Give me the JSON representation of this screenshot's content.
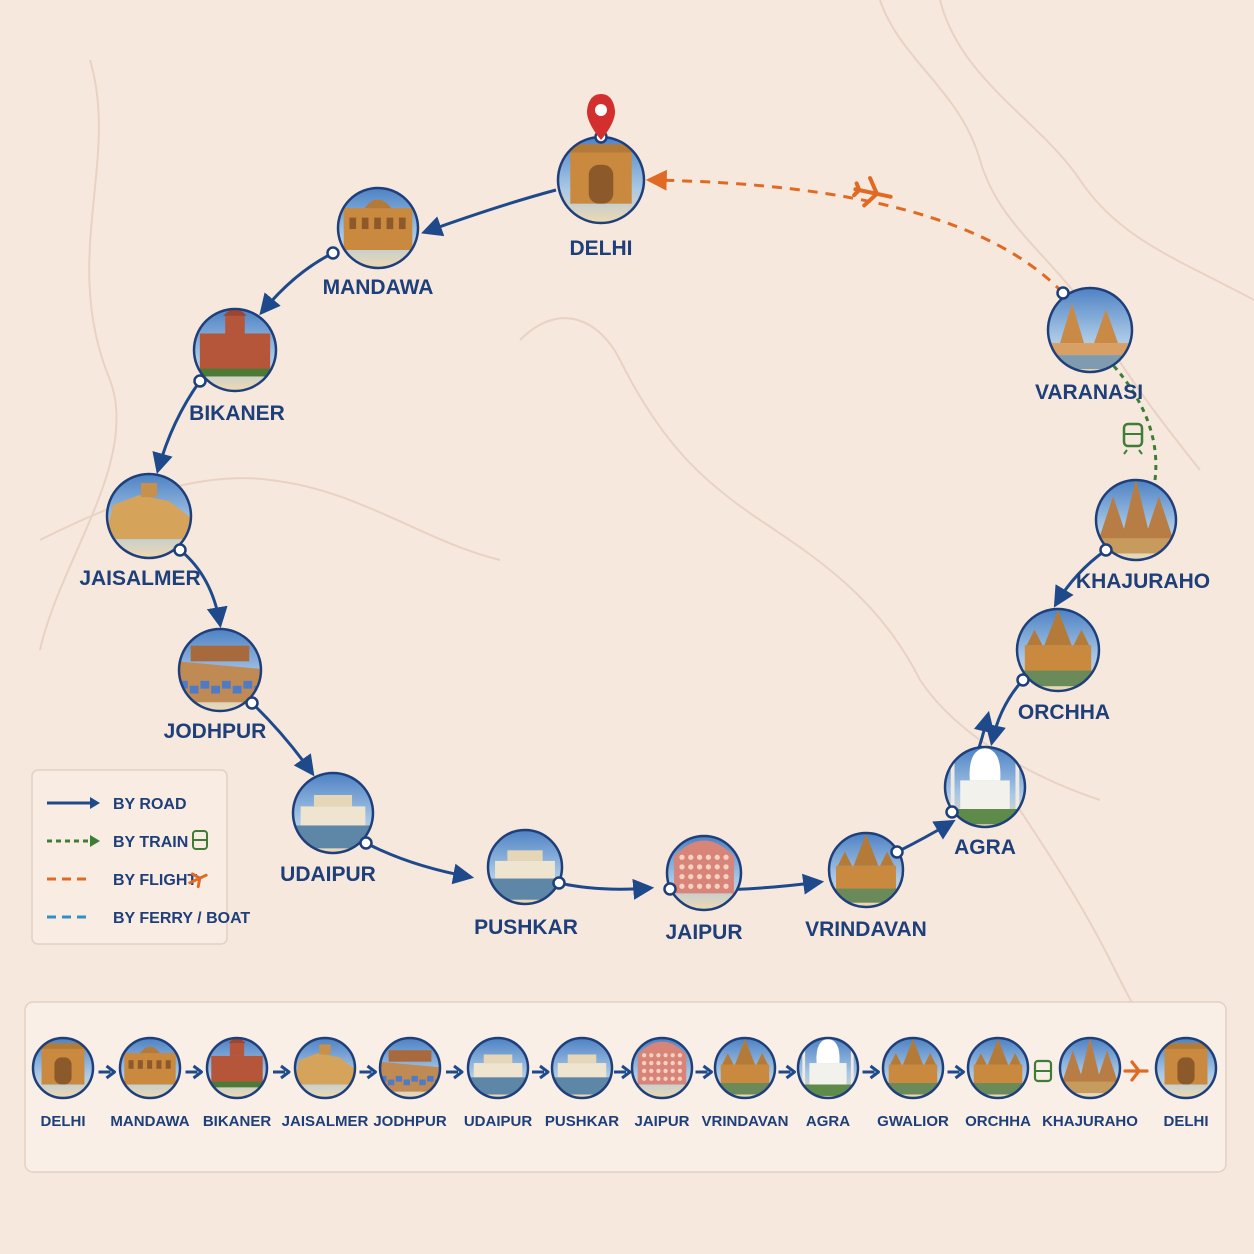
{
  "route": {
    "cities": [
      "DELHI",
      "MANDAWA",
      "BIKANER",
      "JAISALMER",
      "JODHPUR",
      "UDAIPUR",
      "PUSHKAR",
      "JAIPUR",
      "VRINDAVAN",
      "AGRA",
      "ORCHHA",
      "KHAJURAHO",
      "VARANASI"
    ]
  },
  "legend": {
    "items": [
      {
        "label": "BY ROAD",
        "mode": "road",
        "color": "#1e4a8c",
        "icon": "arrow-icon"
      },
      {
        "label": "BY TRAIN",
        "mode": "train",
        "color": "#3e7d35",
        "icon": "train-icon"
      },
      {
        "label": "BY FLIGHT",
        "mode": "flight",
        "color": "#e06a24",
        "icon": "plane-icon"
      },
      {
        "label": "BY FERRY / BOAT",
        "mode": "ferry",
        "color": "#2f8fc7",
        "icon": ""
      }
    ]
  },
  "itinerary": {
    "stops": [
      {
        "label": "DELHI",
        "theme": "gate"
      },
      {
        "label": "MANDAWA",
        "theme": "haveli"
      },
      {
        "label": "BIKANER",
        "theme": "redfort"
      },
      {
        "label": "JAISALMER",
        "theme": "fortress"
      },
      {
        "label": "JODHPUR",
        "theme": "bluecity"
      },
      {
        "label": "UDAIPUR",
        "theme": "lakepalace"
      },
      {
        "label": "PUSHKAR",
        "theme": "lakepalace"
      },
      {
        "label": "JAIPUR",
        "theme": "hawamahal"
      },
      {
        "label": "VRINDAVAN",
        "theme": "temple"
      },
      {
        "label": "AGRA",
        "theme": "tajmahal"
      },
      {
        "label": "GWALIOR",
        "theme": "temple"
      },
      {
        "label": "ORCHHA",
        "theme": "temple"
      },
      {
        "label": "KHAJURAHO",
        "theme": "spires"
      },
      {
        "label": "DELHI",
        "theme": "gate"
      }
    ],
    "connectors": [
      "road",
      "road",
      "road",
      "road",
      "road",
      "road",
      "road",
      "road",
      "road",
      "road",
      "road",
      "train",
      "flight"
    ]
  },
  "colors": {
    "road": "#1e4a8c",
    "train": "#3e7d35",
    "flight": "#e06a24",
    "ferry": "#2f8fc7",
    "pin": "#d32f2f",
    "label": "#1e3f7a"
  }
}
